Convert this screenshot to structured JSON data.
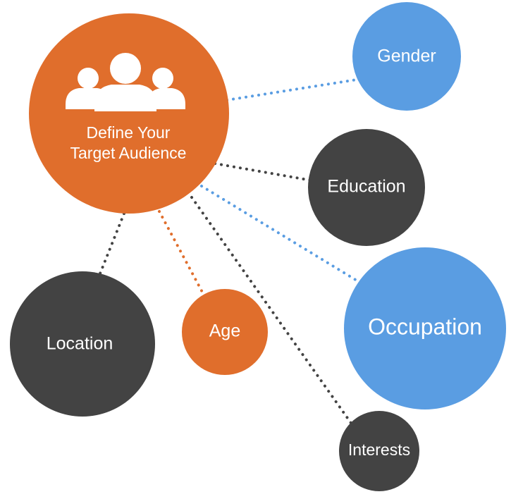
{
  "diagram": {
    "center": {
      "title_line1": "Define Your",
      "title_line2": "Target Audience",
      "icon": "users-group-icon"
    },
    "nodes": [
      {
        "id": "gender",
        "label": "Gender"
      },
      {
        "id": "education",
        "label": "Education"
      },
      {
        "id": "occupation",
        "label": "Occupation"
      },
      {
        "id": "interests",
        "label": "Interests"
      },
      {
        "id": "age",
        "label": "Age"
      },
      {
        "id": "location",
        "label": "Location"
      }
    ]
  },
  "colors": {
    "orange": "#e06e2c",
    "blue": "#5a9de2",
    "dark": "#434343",
    "white": "#ffffff"
  }
}
